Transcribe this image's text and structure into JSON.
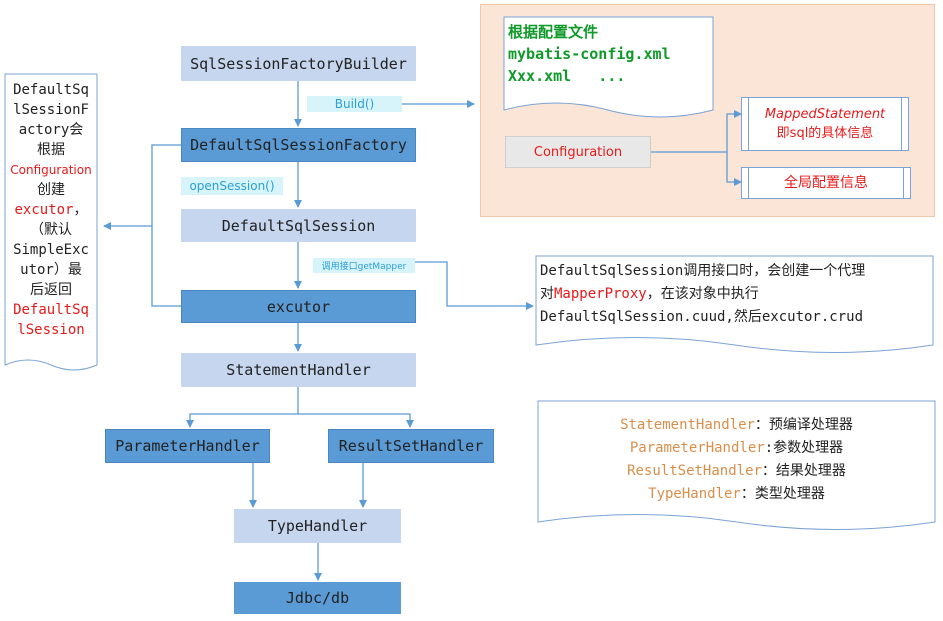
{
  "nodes": {
    "builder": "SqlSessionFactoryBuilder",
    "factory": "DefaultSqlSessionFactory",
    "session": "DefaultSqlSession",
    "executor": "excutor",
    "statement_handler": "StatementHandler",
    "parameter_handler": "ParameterHandler",
    "resultset_handler": "ResultSetHandler",
    "type_handler": "TypeHandler",
    "jdbc": "Jdbc/db"
  },
  "edge_labels": {
    "build": "Build()",
    "open_session": "openSession()",
    "get_mapper": "调用接口getMapper"
  },
  "config_panel": {
    "file_title": "根据配置文件",
    "file_line1": "mybatis-config.xml",
    "file_line2": "Xxx.xml   ...",
    "configuration": "Configuration",
    "mapped_statement": "MappedStatement",
    "mapped_statement_desc": "即sql的具体信息",
    "global_config": "全局配置信息"
  },
  "left_note": {
    "l1": "DefaultSq",
    "l2": "lSessionF",
    "l3": "actory会",
    "l4": "根据",
    "l5": "Configuration",
    "l6": "创建",
    "l7": "excutor",
    "l7b": "，",
    "l8": "（默认",
    "l9": "SimpleExc",
    "l10": "utor）最",
    "l11": "后返回",
    "l12": "DefaultSq",
    "l13": "lSession"
  },
  "proxy_note": {
    "l1": "DefaultSqlSession调用接口时，会创建一个代理",
    "l2a": "对",
    "l2b": "MapperProxy",
    "l2c": "，在该对象中执行",
    "l3": "DefaultSqlSession.cuud,然后excutor.crud"
  },
  "legend": {
    "r1_name": "StatementHandler",
    "r1_desc": "：预编译处理器",
    "r2_name": "ParameterHandler",
    "r2_desc": ":参数处理器",
    "r3_name": "ResultSetHandler",
    "r3_desc": "：结果处理器",
    "r4_name": "TypeHandler",
    "r4_desc": "：类型处理器"
  },
  "colors": {
    "light_node": "#c5d6ee",
    "dark_node": "#5b9bd5",
    "connector": "#5b9bd5",
    "config_panel_bg": "#fbe5d6",
    "edge_label_bg": "#d8f4fb",
    "accent_red": "#e8191a",
    "accent_orange": "#d98e4a",
    "accent_green": "#0f9a29"
  }
}
